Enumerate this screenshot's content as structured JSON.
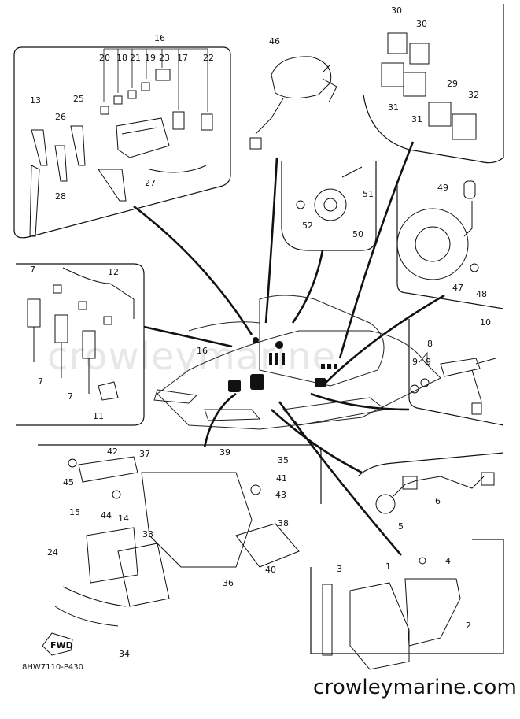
{
  "diagram_code": "8HW7110-P430",
  "website": "crowleymarine.com",
  "watermark": "crowleymarine",
  "fwd_label": "FWD",
  "callouts": [
    "1",
    "2",
    "3",
    "4",
    "5",
    "6",
    "7",
    "7",
    "7",
    "8",
    "9",
    "9",
    "10",
    "11",
    "12",
    "13",
    "14",
    "15",
    "16",
    "16",
    "17",
    "18",
    "19",
    "20",
    "21",
    "22",
    "23",
    "24",
    "25",
    "26",
    "27",
    "28",
    "29",
    "30",
    "30",
    "31",
    "31",
    "32",
    "33",
    "34",
    "35",
    "36",
    "37",
    "38",
    "39",
    "40",
    "41",
    "42",
    "43",
    "44",
    "45",
    "46",
    "47",
    "48",
    "49",
    "50",
    "51",
    "52"
  ]
}
